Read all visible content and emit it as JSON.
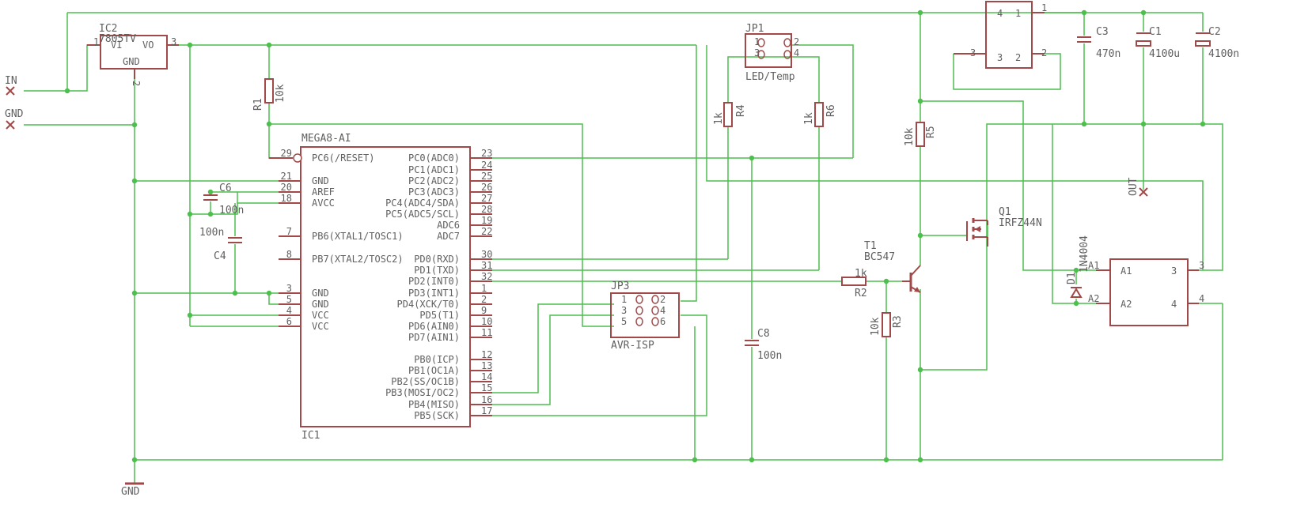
{
  "colors": {
    "wire": "#4dbf4d",
    "component": "#a14848",
    "text": "#606060",
    "background": "#ffffff"
  },
  "schematic": {
    "regulator": {
      "name": "IC2",
      "value": "7805TV",
      "pin_vi": "VI",
      "pin_vo": "VO",
      "pin_gnd": "GND",
      "pin1": "1",
      "pin2": "2",
      "pin3": "3"
    },
    "connectors": {
      "in_label": "IN",
      "gnd_label": "GND",
      "gnd_symbol_label": "GND",
      "out_label": "OUT"
    },
    "mcu": {
      "name": "MEGA8-AI",
      "ref": "IC1",
      "left_pins": [
        {
          "num": "29",
          "name": "PC6(/RESET)"
        },
        {
          "num": "21",
          "name": "GND"
        },
        {
          "num": "20",
          "name": "AREF"
        },
        {
          "num": "18",
          "name": "AVCC"
        },
        {
          "num": "7",
          "name": "PB6(XTAL1/TOSC1)"
        },
        {
          "num": "8",
          "name": "PB7(XTAL2/TOSC2)"
        },
        {
          "num": "3",
          "name": "GND"
        },
        {
          "num": "5",
          "name": "GND"
        },
        {
          "num": "4",
          "name": "VCC"
        },
        {
          "num": "6",
          "name": "VCC"
        }
      ],
      "right_pins": [
        {
          "num": "23",
          "name": "PC0(ADC0)"
        },
        {
          "num": "24",
          "name": "PC1(ADC1)"
        },
        {
          "num": "25",
          "name": "PC2(ADC2)"
        },
        {
          "num": "26",
          "name": "PC3(ADC3)"
        },
        {
          "num": "27",
          "name": "PC4(ADC4/SDA)"
        },
        {
          "num": "28",
          "name": "PC5(ADC5/SCL)"
        },
        {
          "num": "19",
          "name": "ADC6"
        },
        {
          "num": "22",
          "name": "ADC7"
        },
        {
          "num": "30",
          "name": "PD0(RXD)"
        },
        {
          "num": "31",
          "name": "PD1(TXD)"
        },
        {
          "num": "32",
          "name": "PD2(INT0)"
        },
        {
          "num": "1",
          "name": "PD3(INT1)"
        },
        {
          "num": "2",
          "name": "PD4(XCK/T0)"
        },
        {
          "num": "9",
          "name": "PD5(T1)"
        },
        {
          "num": "10",
          "name": "PD6(AIN0)"
        },
        {
          "num": "11",
          "name": "PD7(AIN1)"
        },
        {
          "num": "12",
          "name": "PB0(ICP)"
        },
        {
          "num": "13",
          "name": "PB1(OC1A)"
        },
        {
          "num": "14",
          "name": "PB2(SS/OC1B)"
        },
        {
          "num": "15",
          "name": "PB3(MOSI/OC2)"
        },
        {
          "num": "16",
          "name": "PB4(MISO)"
        },
        {
          "num": "17",
          "name": "PB5(SCK)"
        }
      ]
    },
    "jp1": {
      "name": "JP1",
      "value": "LED/Temp",
      "p1": "1",
      "p2": "2",
      "p3": "3",
      "p4": "4"
    },
    "jp3": {
      "name": "JP3",
      "value": "AVR-ISP",
      "p1": "1",
      "p2": "2",
      "p3": "3",
      "p4": "4",
      "p5": "5",
      "p6": "6"
    },
    "r1": {
      "name": "R1",
      "value": "10k"
    },
    "r2": {
      "name": "R2",
      "value": "1k"
    },
    "r3": {
      "name": "R3",
      "value": "10k"
    },
    "r4": {
      "name": "R4",
      "value": "1k"
    },
    "r5": {
      "name": "R5",
      "value": "10k"
    },
    "r6": {
      "name": "R6",
      "value": "1k"
    },
    "c1": {
      "name": "C1",
      "value": "4100u"
    },
    "c2": {
      "name": "C2",
      "value": "4100n"
    },
    "c3": {
      "name": "C3",
      "value": "470n"
    },
    "c4": {
      "name": "C4",
      "value": "100n"
    },
    "c6": {
      "name": "C6",
      "value": "100n"
    },
    "c8": {
      "name": "C8",
      "value": "100n"
    },
    "t1": {
      "name": "T1",
      "value": "BC547"
    },
    "q1": {
      "name": "Q1",
      "value": "IRFZ44N"
    },
    "d1": {
      "name": "D1",
      "value": "1N4004"
    },
    "bridge_top": {
      "p1": "1",
      "p2": "2",
      "p3": "3",
      "p4": "4",
      "pin1_out": "1",
      "pin2_out": "2",
      "pin3_out": "3"
    },
    "bridge_right": {
      "a1": "A1",
      "a2": "A2",
      "p3": "3",
      "p4": "4",
      "pin3_out": "3",
      "pin4_out": "4"
    }
  }
}
